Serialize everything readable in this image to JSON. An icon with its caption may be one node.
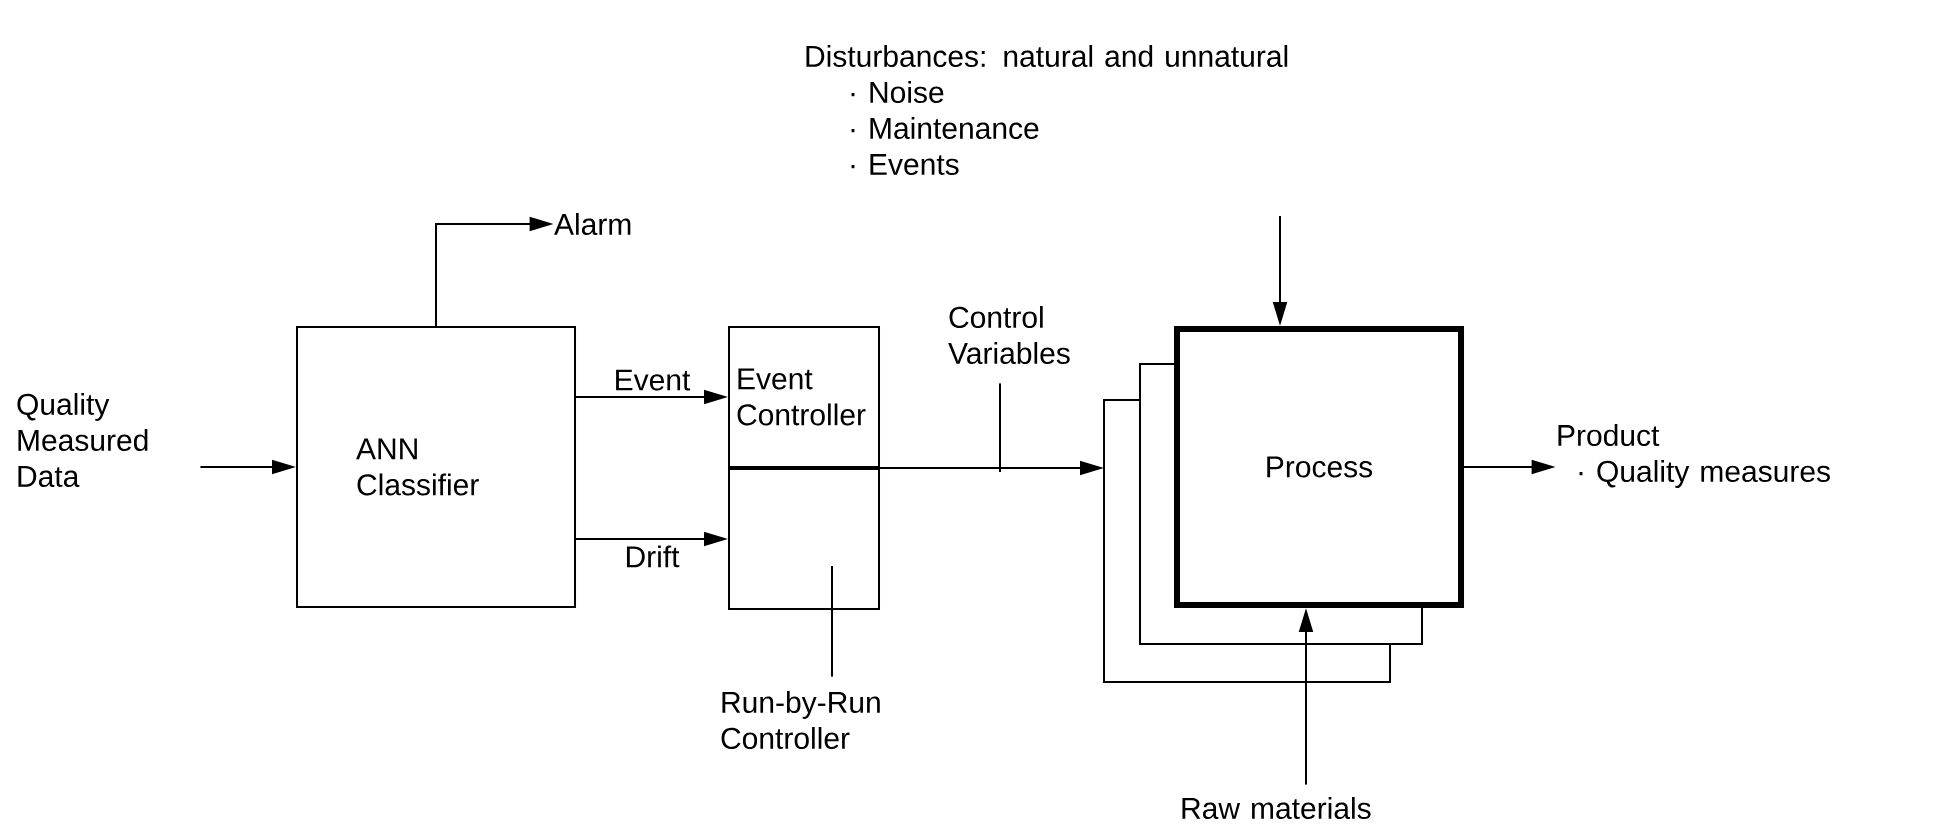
{
  "diagram": {
    "nodes": [
      {
        "text": [
          "Quality Measured Data"
        ]
      },
      {
        "text": [
          "ANN Classifier"
        ]
      },
      {
        "text": [
          "Alarm"
        ]
      },
      {
        "text": [
          "Event Controller"
        ]
      },
      {
        "text": [],
        "shape": "box"
      },
      {
        "text": [
          "Run-by-Run Controller"
        ]
      },
      {
        "text": [
          "Control Variables"
        ]
      },
      {
        "text": [
          "Disturbances: natural and unnatural",
          "· Noise",
          "· Maintenance",
          "· Events"
        ]
      },
      {
        "text": [
          "Process"
        ]
      },
      {
        "text": [
          "Product",
          "· Quality measures"
        ]
      },
      {
        "text": [
          "Raw materials"
        ]
      }
    ],
    "edges": [
      {
        "from": 0,
        "to": 1,
        "arrow": "to"
      },
      {
        "from": 1,
        "to": 2,
        "arrow": "to"
      },
      {
        "from": 1,
        "to": 3,
        "arrow": "to",
        "label": "Event"
      },
      {
        "from": 1,
        "to": 4,
        "arrow": "to",
        "label": "Drift"
      },
      {
        "from": 3,
        "to": 8,
        "arrow": "to"
      },
      {
        "from": 5,
        "to": 4,
        "arrow": "none"
      },
      {
        "from": 6,
        "to": null,
        "arrow": "none"
      },
      {
        "from": 7,
        "to": 8,
        "arrow": "to"
      },
      {
        "from": 10,
        "to": 8,
        "arrow": "to"
      },
      {
        "from": 8,
        "to": 9,
        "arrow": "to"
      }
    ]
  }
}
